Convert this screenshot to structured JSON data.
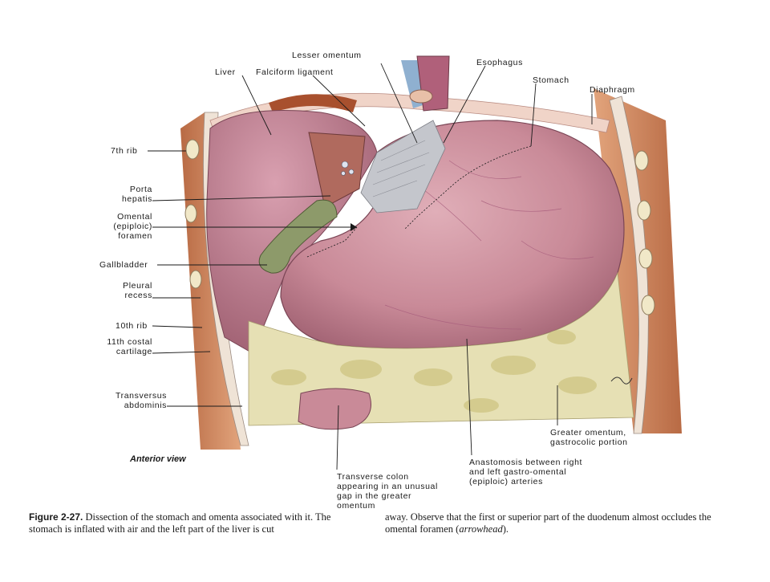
{
  "labels": {
    "lesser_omentum": "Lesser omentum",
    "esophagus": "Esophagus",
    "liver": "Liver",
    "falciform": "Falciform ligament",
    "stomach": "Stomach",
    "diaphragm": "Diaphragm",
    "rib7": "7th rib",
    "porta_hepatis": "Porta\nhepatis",
    "omental_foramen": "Omental\n(epiploic)\nforamen",
    "gallbladder": "Gallbladder",
    "pleural_recess": "Pleural\nrecess",
    "rib10": "10th rib",
    "costal_cartilage": "11th costal\ncartilage",
    "transversus": "Transversus\nabdominis",
    "greater_omentum": "Greater omentum,\ngastrocolic portion",
    "anastomosis": "Anastomosis between right\nand left gastro-omental\n(epiploic) arteries",
    "transverse_colon": "Transverse colon\nappearing in an unusual\ngap in the greater\nomentum"
  },
  "view_label": "Anterior view",
  "caption": {
    "figure_number": "Figure 2-27.",
    "left_text": "Dissection of the stomach and omenta associated with it. The stomach is inflated with air and the left part of the liver is cut",
    "right_text_before": "away. Observe that the first or superior part of the duodenum almost occludes the omental foramen (",
    "right_emphasis": "arrowhead",
    "right_text_after": ")."
  },
  "colors": {
    "stomach": "#c98a98",
    "liver": "#b9778a",
    "omentum": "#e6e0b4",
    "muscle": "#c87a4e",
    "gallbladder": "#8d9a6a"
  }
}
